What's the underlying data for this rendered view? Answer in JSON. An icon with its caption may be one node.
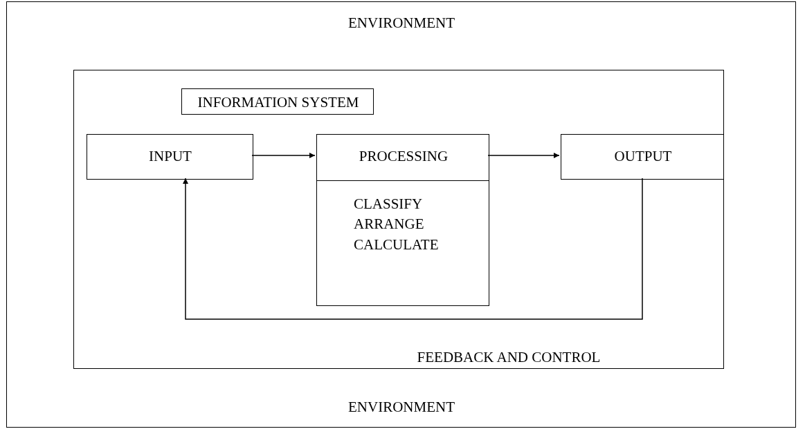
{
  "diagram": {
    "nodes": [
      {
        "text": [
          "ENVIRONMENT",
          "ENVIRONMENT"
        ]
      },
      {
        "text": [
          "FEEDBACK AND CONTROL"
        ],
        "in": 0
      },
      {
        "text": [
          "INFORMATION SYSTEM"
        ],
        "in": 1
      },
      {
        "text": [
          "INPUT"
        ],
        "in": 1
      },
      {
        "text": [
          "PROCESSING",
          "CLASSIFY ARRANGE CALCULATE"
        ],
        "in": 1
      },
      {
        "text": [
          "OUTPUT"
        ],
        "in": 1
      }
    ],
    "edges": [
      {
        "from": 3,
        "to": 4,
        "arrow": "to"
      },
      {
        "from": 4,
        "to": 5,
        "arrow": "to"
      },
      {
        "from": 5,
        "to": 3,
        "arrow": "to"
      }
    ]
  }
}
